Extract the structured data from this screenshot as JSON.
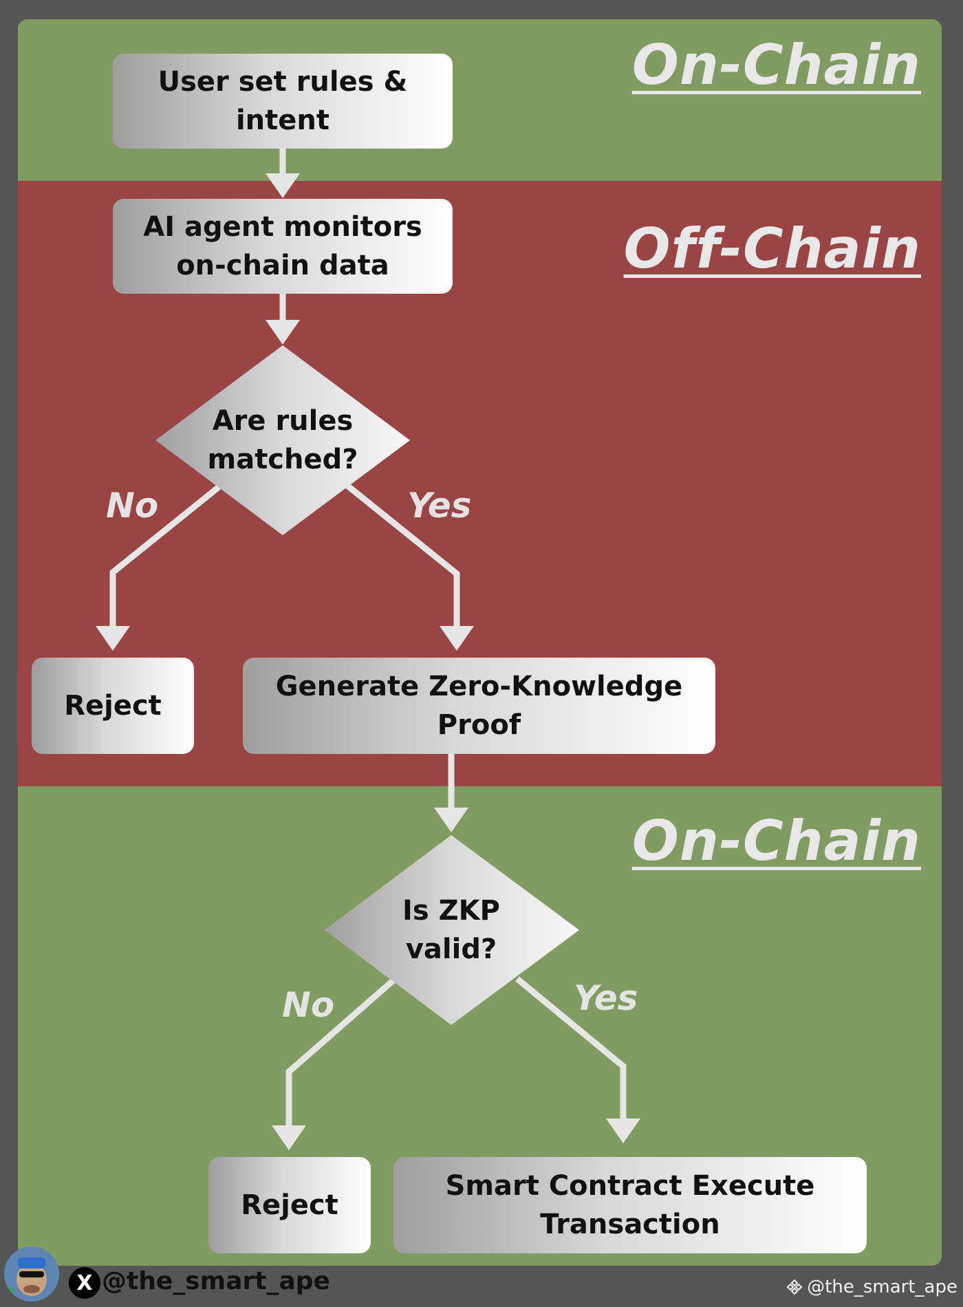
{
  "zones": [
    {
      "label": "On-Chain",
      "color": "#819c61"
    },
    {
      "label": "Off-Chain",
      "color": "#9a4444"
    },
    {
      "label": "On-Chain",
      "color": "#819c61"
    }
  ],
  "nodes": {
    "step1": "User set rules & intent",
    "step2": "AI agent monitors on-chain data",
    "decision1": "Are rules matched?",
    "reject1": "Reject",
    "zkp": "Generate Zero-Knowledge Proof",
    "decision2": "Is ZKP valid?",
    "reject2": "Reject",
    "execute": "Smart Contract Execute Transaction"
  },
  "edges": {
    "d1_no": "No",
    "d1_yes": "Yes",
    "d2_no": "No",
    "d2_yes": "Yes"
  },
  "footer": {
    "handle": "@the_smart_ape",
    "x_icon": "X",
    "watermark": "@the_smart_ape"
  },
  "colors": {
    "on_chain": "#819c61",
    "off_chain": "#9a4444",
    "background": "#555555"
  }
}
